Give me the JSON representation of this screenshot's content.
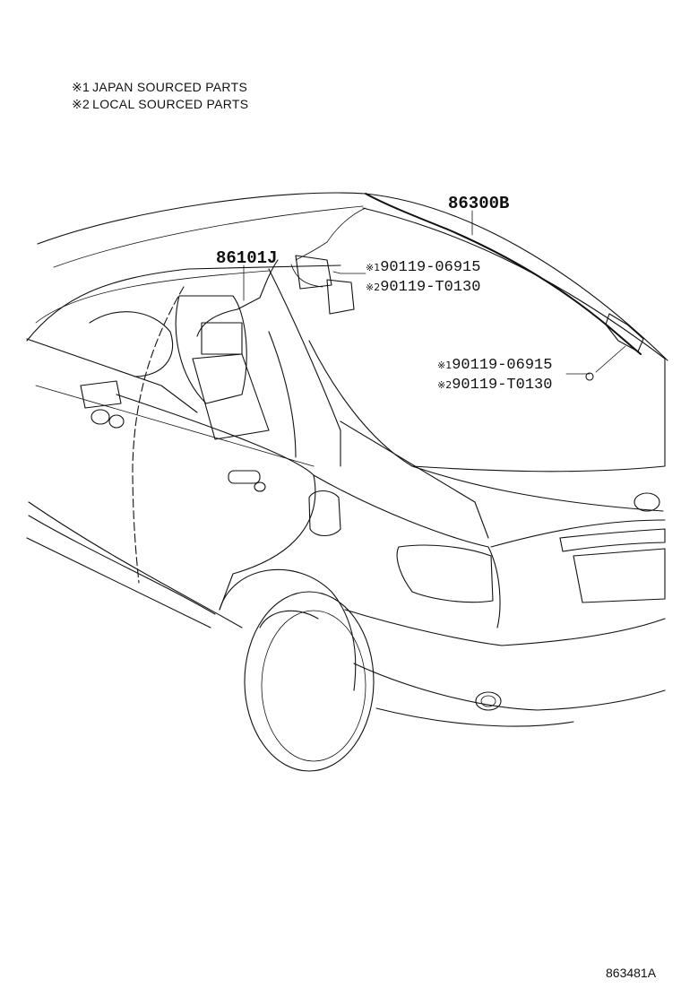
{
  "notes": [
    {
      "marker": "※1",
      "text": "JAPAN SOURCED PARTS"
    },
    {
      "marker": "※2",
      "text": "LOCAL SOURCED PARTS"
    }
  ],
  "callouts": {
    "part_86300b": "86300B",
    "part_86101j": "86101J"
  },
  "upper_fasteners": [
    {
      "marker": "※1",
      "number": "90119-06915"
    },
    {
      "marker": "※2",
      "number": "90119-T0130"
    }
  ],
  "lower_fasteners": [
    {
      "marker": "※1",
      "number": "90119-06915"
    },
    {
      "marker": "※2",
      "number": "90119-T0130"
    }
  ],
  "figure_id": "863481A"
}
